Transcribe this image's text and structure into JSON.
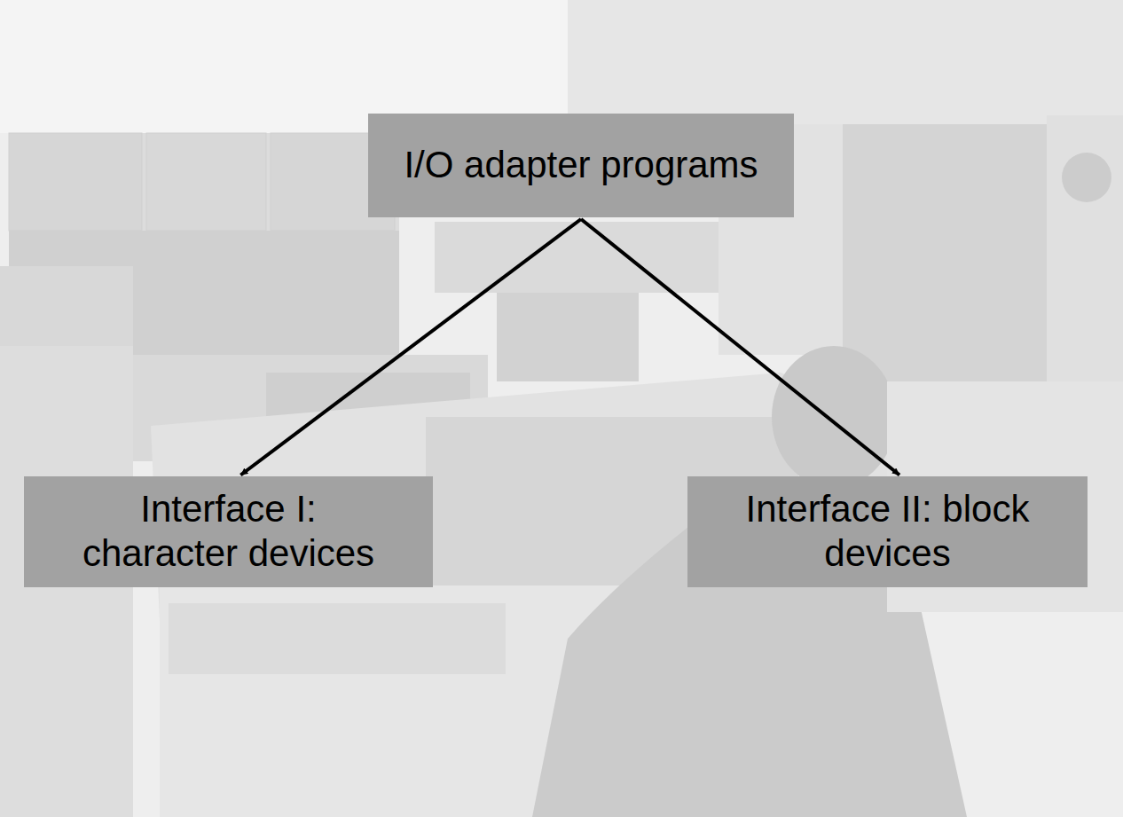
{
  "diagram": {
    "nodes": [
      {
        "text": [
          "I/O adapter programs"
        ]
      },
      {
        "text": [
          "Interface I: character devices"
        ]
      },
      {
        "text": [
          "Interface II: block devices"
        ]
      }
    ],
    "edges": [
      {
        "from": 0,
        "to": 1,
        "arrow": "to"
      },
      {
        "from": 0,
        "to": 2,
        "arrow": "to"
      }
    ]
  }
}
